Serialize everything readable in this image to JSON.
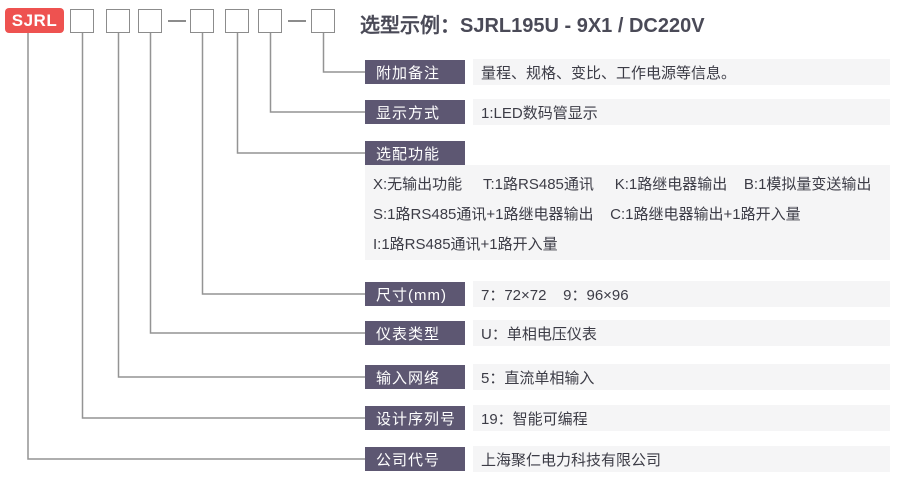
{
  "header": {
    "brand": "SJRL",
    "example_title": "选型示例：SJRL195U - 9X1 / DC220V"
  },
  "rows": [
    {
      "label": "附加备注",
      "description": "量程、规格、变比、工作电源等信息。"
    },
    {
      "label": "显示方式",
      "description": "1:LED数码管显示"
    },
    {
      "label": "选配功能",
      "lines": [
        "X:无输出功能     T:1路RS485通讯     K:1路继电器输出    B:1模拟量变送输出",
        "S:1路RS485通讯+1路继电器输出    C:1路继电器输出+1路开入量",
        "I:1路RS485通讯+1路开入量"
      ]
    },
    {
      "label": "尺寸(mm)",
      "description": "7：72×72    9：96×96"
    },
    {
      "label": "仪表类型",
      "description": "U：单相电压仪表"
    },
    {
      "label": "输入网络",
      "description": "5：直流单相输入"
    },
    {
      "label": "设计序列号",
      "description": "19：智能可编程"
    },
    {
      "label": "公司代号",
      "description": "上海聚仁电力科技有限公司"
    }
  ],
  "colors": {
    "brand_red": "#ee5250",
    "label_background": "#5d5772",
    "strip_background": "#f5f5f6",
    "connector_gray": "#949494",
    "title_text": "#4a4a57",
    "body_text": "#3c3c46"
  }
}
